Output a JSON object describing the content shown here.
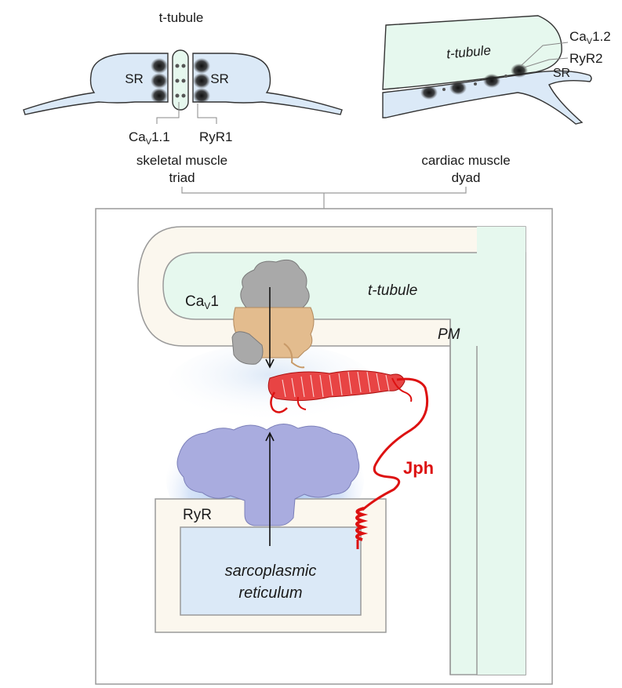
{
  "skeletal": {
    "ttubule_label": "t-tubule",
    "sr_left": "SR",
    "sr_right": "SR",
    "cav_base": "Ca",
    "cav_sub": "V",
    "cav_suffix": "1.1",
    "ryr_label": "RyR1",
    "caption_line1": "skeletal muscle",
    "caption_line2": "triad"
  },
  "cardiac": {
    "ttubule_label": "t-tubule",
    "cav_base": "Ca",
    "cav_sub": "V",
    "cav_suffix": "1.2",
    "ryr_label": "RyR2",
    "sr_label": "SR",
    "caption_line1": "cardiac muscle",
    "caption_line2": "dyad"
  },
  "detail": {
    "cav_base": "Ca",
    "cav_sub": "V",
    "cav_suffix": "1",
    "ttubule_label": "t-tubule",
    "pm_label": "PM",
    "jph_label": "Jph",
    "ryr_label": "RyR",
    "sr_line1": "sarcoplasmic",
    "sr_line2": "reticulum"
  },
  "colors": {
    "ttubule_fill": "#e6f8ee",
    "sr_fill": "#dbe9f7",
    "membrane_fill": "#fbf7ee",
    "ryr_protein": "#a9acdf",
    "cav_upper": "#a9a9a9",
    "cav_lower": "#e3bc8e",
    "jph_red": "#dd1111",
    "outline": "#333333"
  }
}
